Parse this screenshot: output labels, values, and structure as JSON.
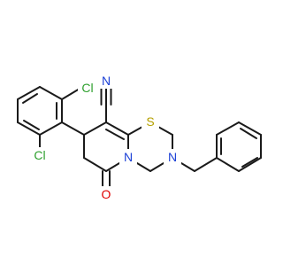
{
  "molecule": {
    "atoms": {
      "n_nitrile": "N",
      "s1": "S",
      "n_ring": "N",
      "n_amide": "N",
      "o": "O",
      "cl_top": "Cl",
      "cl_bottom": "Cl"
    },
    "colors": {
      "bond": "#1a1a1a",
      "carbon_text": "#000000",
      "nitrogen": "#1a3fd6",
      "sulfur": "#b5a000",
      "oxygen": "#e00000",
      "chlorine": "#2ea02e"
    }
  }
}
